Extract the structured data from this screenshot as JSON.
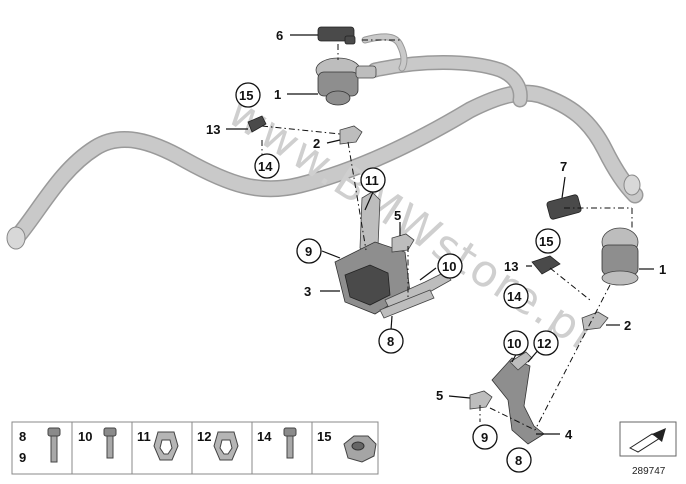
{
  "labels": {
    "top_6": "6",
    "top_1": "1",
    "top_15": "15",
    "top_13": "13",
    "top_2": "2",
    "top_14": "14",
    "mid_11": "11",
    "mid_5": "5",
    "mid_9": "9",
    "mid_10": "10",
    "mid_3": "3",
    "mid_8": "8",
    "right_7": "7",
    "right_15": "15",
    "right_1": "1",
    "right_13": "13",
    "right_14": "14",
    "right_2": "2",
    "low_10": "10",
    "low_12": "12",
    "low_5": "5",
    "low_4": "4",
    "low_9": "9",
    "low_8": "8"
  },
  "legend": {
    "cells": [
      {
        "top": "8",
        "bottom": "9",
        "icon": "bolt-icon"
      },
      {
        "top": "10",
        "bottom": "",
        "icon": "bolt-icon"
      },
      {
        "top": "11",
        "bottom": "",
        "icon": "clip-icon"
      },
      {
        "top": "12",
        "bottom": "",
        "icon": "clip-icon"
      },
      {
        "top": "14",
        "bottom": "",
        "icon": "bolt-icon"
      },
      {
        "top": "15",
        "bottom": "",
        "icon": "nut-icon"
      }
    ]
  },
  "watermark": "www.BMWstore.pl",
  "reference_number": "289747",
  "icons": {
    "corner": "arrow-wedge-icon"
  }
}
